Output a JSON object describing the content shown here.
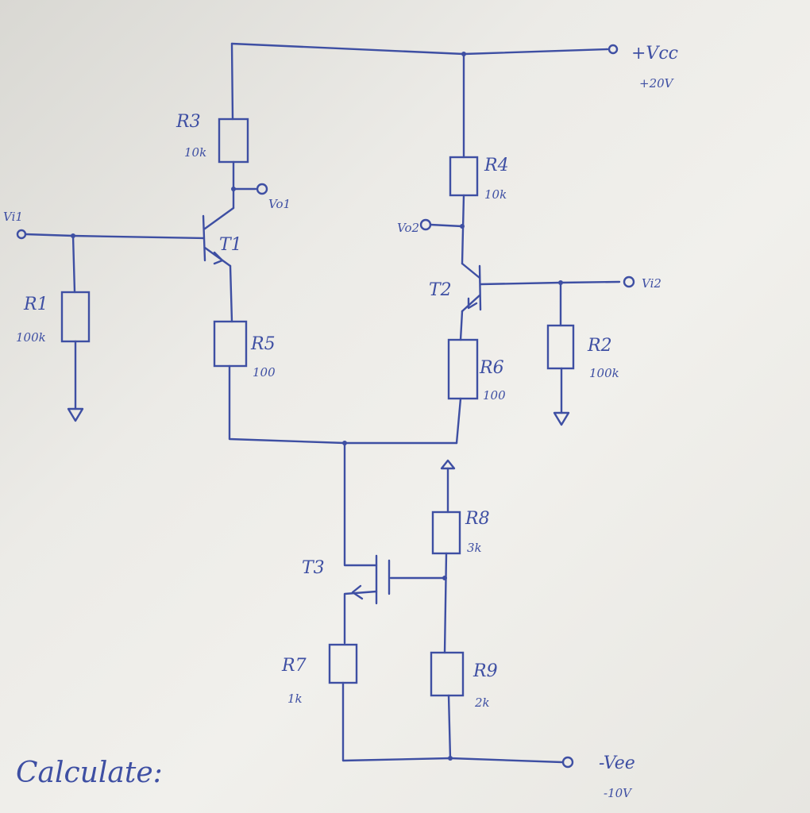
{
  "labels": {
    "vcc": "+Vcc",
    "vcc_value": "+20V",
    "vee": "-Vee",
    "vee_value": "-10V",
    "vi1": "Vi1",
    "vi2": "Vi2",
    "vo1": "Vo1",
    "vo2": "Vo2",
    "t1": "T1",
    "t2": "T2",
    "t3": "T3",
    "r1": "R1",
    "r1_value": "100k",
    "r2": "R2",
    "r2_value": "100k",
    "r3": "R3",
    "r3_value": "10k",
    "r4": "R4",
    "r4_value": "10k",
    "r5": "R5",
    "r5_value": "100",
    "r6": "R6",
    "r6_value": "100",
    "r7": "R7",
    "r7_value": "1k",
    "r8": "R8",
    "r8_value": "3k",
    "r9": "R9",
    "r9_value": "2k"
  },
  "footer": {
    "calculate": "Calculate:"
  },
  "colors": {
    "ink": "#3e4fa3",
    "paper": "#ecebe7"
  }
}
